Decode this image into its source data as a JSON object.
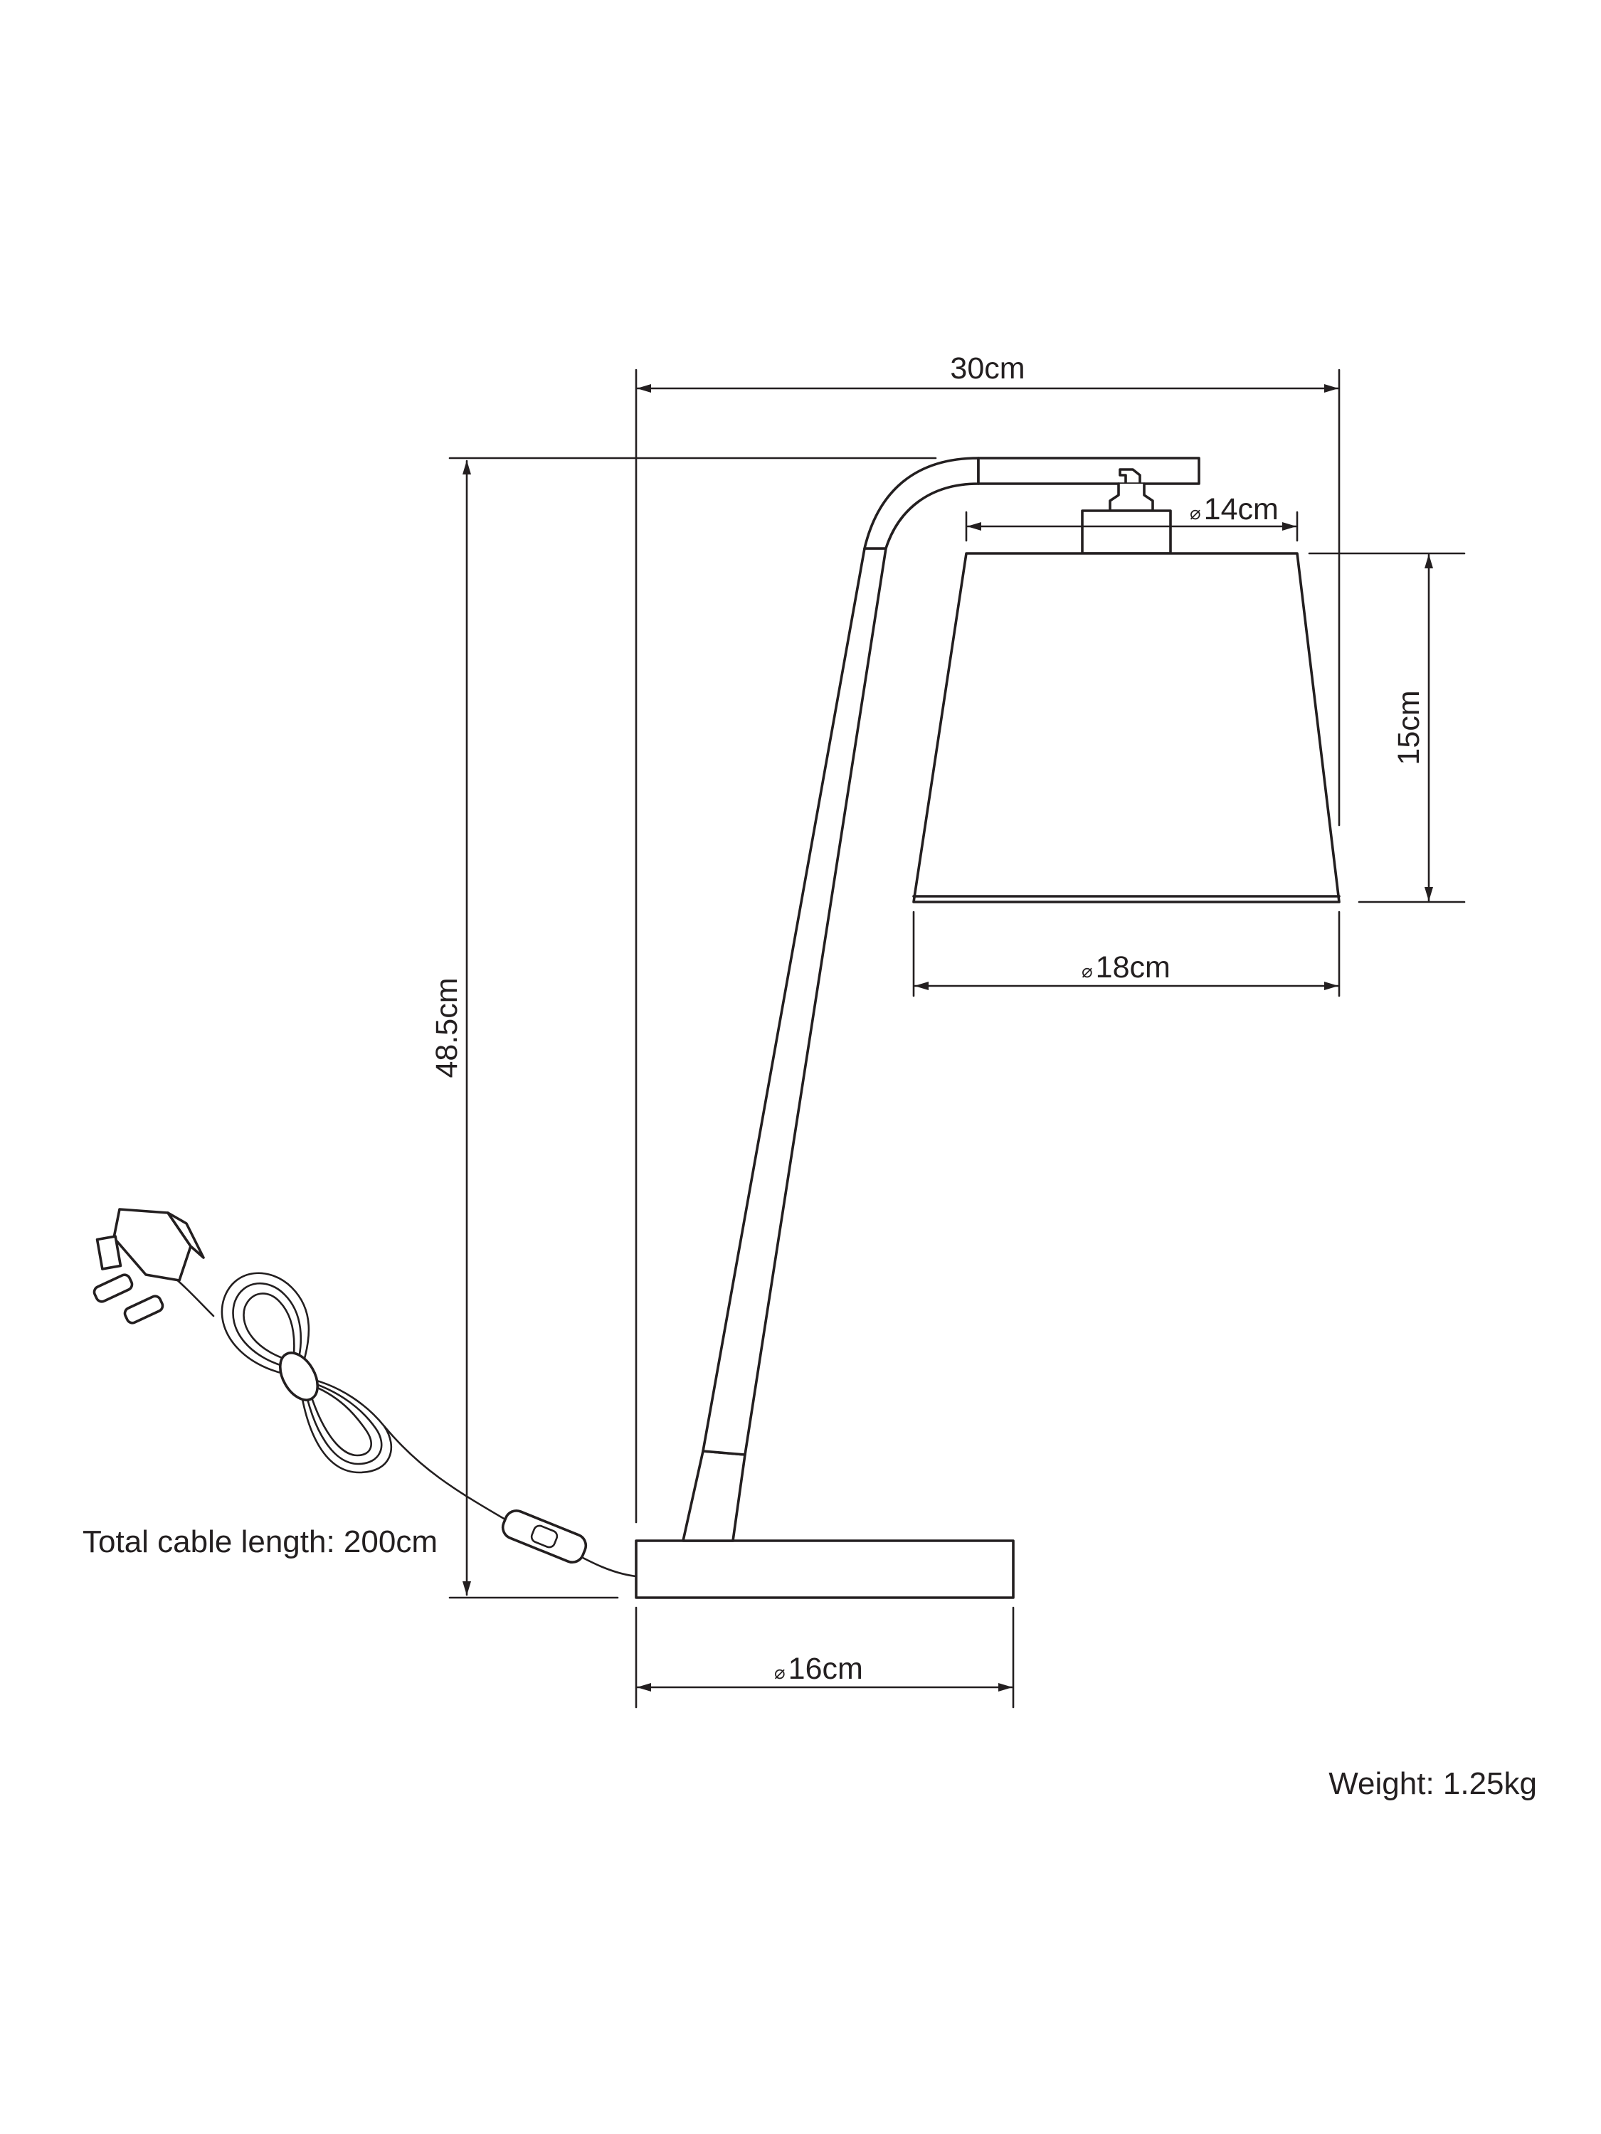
{
  "dimensions": {
    "width": "30cm",
    "height": "48.5cm",
    "shade_top_diameter": "14cm",
    "shade_height": "15cm",
    "shade_bottom_diameter": "18cm",
    "base_diameter": "16cm",
    "diameter_symbol": "⌀"
  },
  "notes": {
    "cable": "Total cable length: 200cm",
    "weight": "Weight: 1.25kg"
  }
}
